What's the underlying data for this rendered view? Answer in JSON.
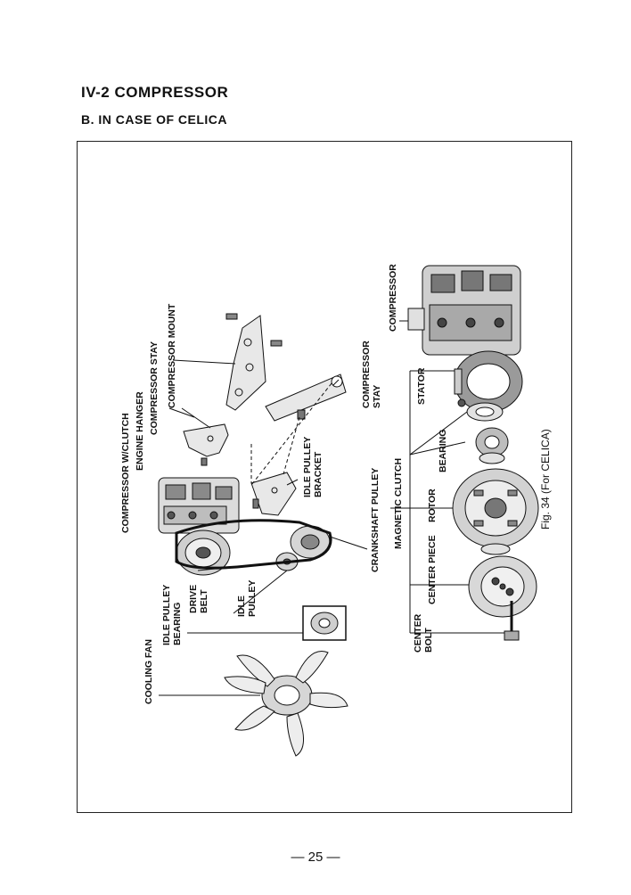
{
  "header": {
    "section_title": "IV-2  COMPRESSOR",
    "subsection_title": "B.  IN CASE OF CELICA"
  },
  "figure": {
    "caption": "Fig. 34 (For CELICA)",
    "labels": {
      "compressor_w_clutch": "COMPRESSOR W/CLUTCH",
      "engine_hanger": "ENGINE HANGER",
      "compressor_stay_1": "COMPRESSOR STAY",
      "compressor_mount": "COMPRESSOR MOUNT",
      "compressor_stay_2_line1": "COMPRESSOR",
      "compressor_stay_2_line2": "STAY",
      "idle_pulley_bracket_line1": "IDLE PULLEY",
      "idle_pulley_bracket_line2": "BRACKET",
      "crankshaft_pulley": "CRANKSHAFT PULLEY",
      "magnetic_clutch": "MAGNETIC CLUTCH",
      "compressor": "COMPRESSOR",
      "stator": "STATOR",
      "bearing": "BEARING",
      "rotor": "ROTOR",
      "center_piece": "CENTER PIECE",
      "center_bolt_line1": "CENTER",
      "center_bolt_line2": "BOLT",
      "idle_pulley_bearing_line1": "IDLE PULLEY",
      "idle_pulley_bearing_line2": "BEARING",
      "drive_belt_line1": "DRIVE",
      "drive_belt_line2": "BELT",
      "idle_pulley_line1": "IDLE",
      "idle_pulley_line2": "PULLEY",
      "cooling_fan": "COOLING FAN"
    }
  },
  "footer": {
    "page_number": "— 25 —"
  }
}
